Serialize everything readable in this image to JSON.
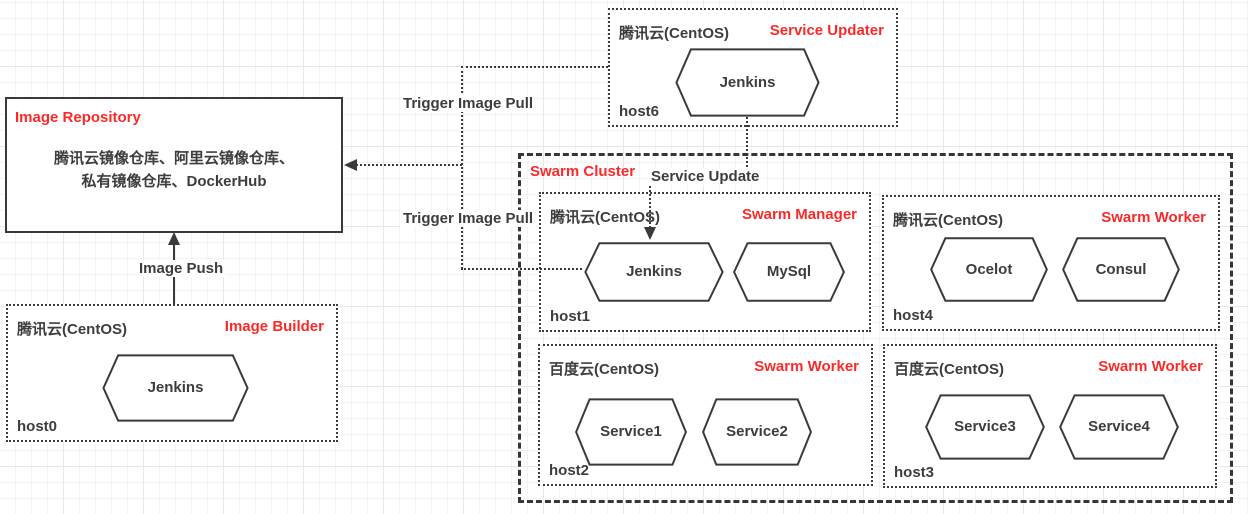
{
  "colors": {
    "accent": "#fa2a2a",
    "line": "#3a3a3a"
  },
  "repository": {
    "title": "Image Repository",
    "line1": "腾讯云镜像仓库、阿里云镜像仓库、",
    "line2": "私有镜像仓库、DockerHub"
  },
  "cluster": {
    "title": "Swarm Cluster"
  },
  "nodes": {
    "host6": {
      "provider": "腾讯云(CentOS)",
      "role": "Service Updater",
      "host": "host6",
      "services": [
        "Jenkins"
      ]
    },
    "host0": {
      "provider": "腾讯云(CentOS)",
      "role": "Image Builder",
      "host": "host0",
      "services": [
        "Jenkins"
      ]
    },
    "host1": {
      "provider": "腾讯云(CentOS)",
      "role": "Swarm Manager",
      "host": "host1",
      "services": [
        "Jenkins",
        "MySql"
      ]
    },
    "host4": {
      "provider": "腾讯云(CentOS)",
      "role": "Swarm Worker",
      "host": "host4",
      "services": [
        "Ocelot",
        "Consul"
      ]
    },
    "host2": {
      "provider": "百度云(CentOS)",
      "role": "Swarm Worker",
      "host": "host2",
      "services": [
        "Service1",
        "Service2"
      ]
    },
    "host3": {
      "provider": "百度云(CentOS)",
      "role": "Swarm Worker",
      "host": "host3",
      "services": [
        "Service3",
        "Service4"
      ]
    }
  },
  "edges": {
    "trigger_pull_top": "Trigger Image Pull",
    "trigger_pull_bottom": "Trigger Image Pull",
    "image_push": "Image Push",
    "service_update": "Service Update"
  }
}
